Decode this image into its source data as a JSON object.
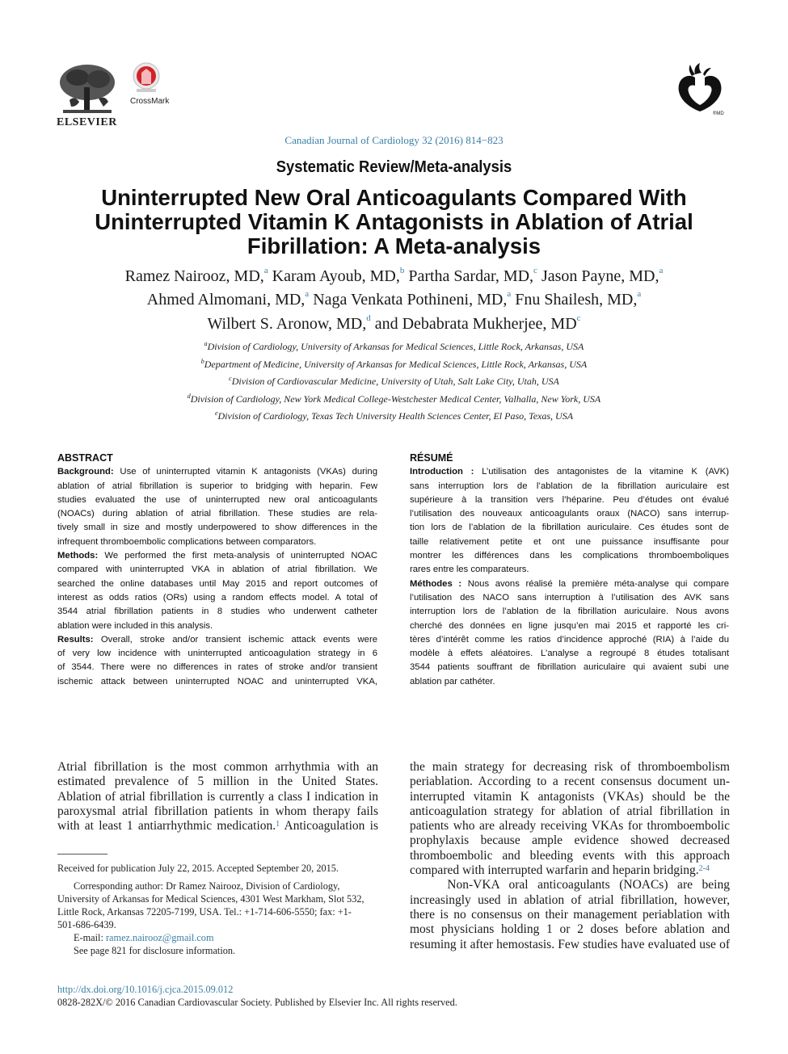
{
  "header": {
    "publisher_name": "ELSEVIER",
    "crossmark_label": "CrossMark",
    "journal_ref": "Canadian Journal of Cardiology 32 (2016) 814−823",
    "ccs_mark": "®MD"
  },
  "article": {
    "type": "Systematic Review/Meta-analysis",
    "title_lines": [
      "Uninterrupted New Oral Anticoagulants Compared With",
      "Uninterrupted Vitamin K Antagonists in Ablation of Atrial",
      "Fibrillation: A Meta-analysis"
    ]
  },
  "authors": [
    {
      "name": "Ramez Nairooz, MD,",
      "sup": "a"
    },
    {
      "name": "Karam Ayoub, MD,",
      "sup": "b"
    },
    {
      "name": "Partha Sardar, MD,",
      "sup": "c"
    },
    {
      "name": "Jason Payne, MD,",
      "sup": "a"
    },
    {
      "name": "Ahmed Almomani, MD,",
      "sup": "a"
    },
    {
      "name": "Naga Venkata Pothineni, MD,",
      "sup": "a"
    },
    {
      "name": "Fnu Shailesh, MD,",
      "sup": "a"
    },
    {
      "name": "Wilbert S. Aronow, MD,",
      "sup": "d"
    },
    {
      "name": "and Debabrata Mukherjee, MD",
      "sup": "c"
    }
  ],
  "affiliations": [
    {
      "sup": "a",
      "text": "Division of Cardiology, University of Arkansas for Medical Sciences, Little Rock, Arkansas, USA"
    },
    {
      "sup": "b",
      "text": "Department of Medicine, University of Arkansas for Medical Sciences, Little Rock, Arkansas, USA"
    },
    {
      "sup": "c",
      "text": "Division of Cardiovascular Medicine, University of Utah, Salt Lake City, Utah, USA"
    },
    {
      "sup": "d",
      "text": "Division of Cardiology, New York Medical College-Westchester Medical Center, Valhalla, New York, USA"
    },
    {
      "sup": "e",
      "text": "Division of Cardiology, Texas Tech University Health Sciences Center, El Paso, Texas, USA"
    }
  ],
  "abstract": {
    "heading": "ABSTRACT",
    "lines": [
      {
        "label": "Background:",
        "text": " Use of uninterrupted vitamin K antagonists (VKAs) during"
      },
      {
        "text": "ablation of atrial fibrillation is superior to bridging with heparin. Few"
      },
      {
        "text": "studies evaluated the use of uninterrupted new oral anticoagulants"
      },
      {
        "text": "(NOACs) during ablation of atrial fibrillation. These studies are rela-"
      },
      {
        "text": "tively small in size and mostly underpowered to show differences in the"
      },
      {
        "text": "infrequent thromboembolic complications between comparators.",
        "last": true
      },
      {
        "label": "Methods:",
        "text": " We performed the first meta-analysis of uninterrupted NOAC"
      },
      {
        "text": "compared with uninterrupted VKA in ablation of atrial fibrillation. We"
      },
      {
        "text": "searched the online databases until May 2015 and report outcomes of"
      },
      {
        "text": "interest as odds ratios (ORs) using a random effects model. A total of"
      },
      {
        "text": "3544 atrial fibrillation patients in 8 studies who underwent catheter"
      },
      {
        "text": "ablation were included in this analysis.",
        "last": true
      },
      {
        "label": "Results:",
        "text": " Overall, stroke and/or transient ischemic attack events were"
      },
      {
        "text": "of very low incidence with uninterrupted anticoagulation strategy in 6"
      },
      {
        "text": "of 3544. There were no differences in rates of stroke and/or transient"
      },
      {
        "text": "ischemic attack between uninterrupted NOAC and uninterrupted VKA,"
      }
    ]
  },
  "resume": {
    "heading": "RÉSUMÉ",
    "lines": [
      {
        "label": "Introduction :",
        "text": " L’utilisation des antagonistes de la vitamine K (AVK)"
      },
      {
        "text": "sans interruption lors de l’ablation de la fibrillation auriculaire est"
      },
      {
        "text": "supérieure à la transition vers l’héparine. Peu d’études ont évalué"
      },
      {
        "text": "l’utilisation des nouveaux anticoagulants oraux (NACO) sans interrup-"
      },
      {
        "text": "tion lors de l’ablation de la fibrillation auriculaire. Ces études sont de"
      },
      {
        "text": "taille relativement petite et ont une puissance insuffisante pour"
      },
      {
        "text": "montrer les différences dans les complications thromboemboliques"
      },
      {
        "text": "rares entre les comparateurs.",
        "last": true
      },
      {
        "label": "Méthodes :",
        "text": " Nous avons réalisé la première méta-analyse qui compare"
      },
      {
        "text": "l’utilisation des NACO sans interruption à l’utilisation des AVK sans"
      },
      {
        "text": "interruption lors de l’ablation de la fibrillation auriculaire. Nous avons"
      },
      {
        "text": "cherché des données en ligne jusqu’en mai 2015 et rapporté les cri-"
      },
      {
        "text": "tères d’intérêt comme les ratios d’incidence approché (RIA) à l’aide du"
      },
      {
        "text": "modèle à effets aléatoires. L’analyse a regroupé 8 études totalisant"
      },
      {
        "text": "3544 patients souffrant de fibrillation auriculaire qui avaient subi une"
      },
      {
        "text": "ablation par cathéter.",
        "last": true
      }
    ]
  },
  "body_left": [
    {
      "text": "Atrial fibrillation is the most common arrhythmia with an"
    },
    {
      "text": "estimated prevalence of 5 million in the United States."
    },
    {
      "text": "Ablation of atrial fibrillation is currently a class I indication in"
    },
    {
      "text": "paroxysmal atrial fibrillation patients in whom therapy fails"
    },
    {
      "text": "with at least 1 antiarrhythmic medication.",
      "sup": "1",
      "after": " Anticoagulation is"
    }
  ],
  "body_right": [
    {
      "text": "the main strategy for decreasing risk of thromboembolism"
    },
    {
      "text": "periablation. According to a recent consensus document un-"
    },
    {
      "text": "interrupted vitamin K antagonists (VKAs) should be the"
    },
    {
      "text": "anticoagulation strategy for ablation of atrial fibrillation in"
    },
    {
      "text": "patients who are already receiving VKAs for thromboembolic"
    },
    {
      "text": "prophylaxis because ample evidence showed decreased"
    },
    {
      "text": "thromboembolic and bleeding events with this approach"
    },
    {
      "text": "compared with interrupted warfarin and heparin bridging.",
      "sup": "2-4",
      "last": true
    },
    {
      "text": "    Non-VKA oral anticoagulants (NOACs) are being"
    },
    {
      "text": "increasingly used in ablation of atrial fibrillation, however,"
    },
    {
      "text": "there is no consensus on their management periablation with"
    },
    {
      "text": "most physicians holding 1 or 2 doses before ablation and"
    },
    {
      "text": "resuming it after hemostasis. Few studies have evaluated use of"
    }
  ],
  "footnotes": {
    "received": "Received for publication July 22, 2015. Accepted September 20, 2015.",
    "corresponding_lines": [
      "Corresponding author: Dr Ramez Nairooz, Division of Cardiology,",
      "University of Arkansas for Medical Sciences, 4301 West Markham, Slot 532,",
      "Little Rock, Arkansas 72205-7199, USA. Tel.: +1-714-606-5550; fax: +1-",
      "501-686-6439."
    ],
    "email_label": "E-mail: ",
    "email": "ramez.nairooz@gmail.com",
    "disclosure": "See page 821 for disclosure information."
  },
  "footer": {
    "doi": "http://dx.doi.org/10.1016/j.cjca.2015.09.012",
    "copyright": "0828-282X/© 2016 Canadian Cardiovascular Society. Published by Elsevier Inc. All rights reserved."
  },
  "colors": {
    "link": "#3a7fa5",
    "crossmark_red": "#d2232a",
    "text": "#1a1a1a"
  }
}
